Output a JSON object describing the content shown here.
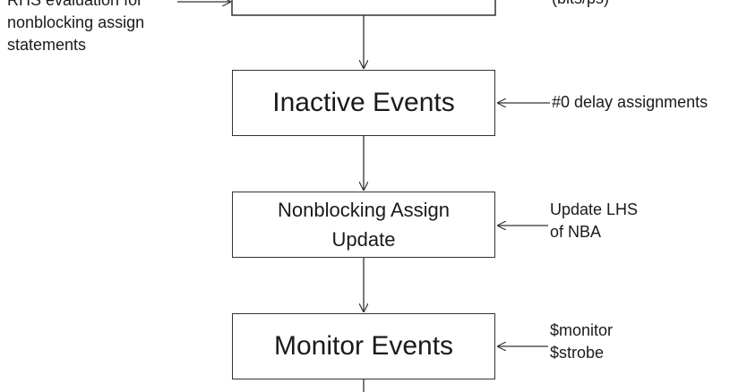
{
  "boxes": {
    "inactive": {
      "label": "Inactive Events"
    },
    "nba_update": {
      "lines": [
        "Nonblocking Assign",
        "Update"
      ]
    },
    "monitor": {
      "label": "Monitor Events"
    }
  },
  "notes": {
    "top_left": {
      "lines": [
        "RHS evaluation for",
        "nonblocking assign",
        "statements"
      ]
    },
    "top_right": {
      "text": "(bits/ps)"
    },
    "inactive": {
      "text": "#0 delay assignments"
    },
    "nba_update": {
      "lines": [
        "Update LHS",
        "of NBA"
      ]
    },
    "monitor": {
      "lines": [
        "$monitor",
        "$strobe"
      ]
    }
  },
  "colors": {
    "stroke": "#333333",
    "text": "#1a1a1a",
    "background": "#ffffff"
  }
}
